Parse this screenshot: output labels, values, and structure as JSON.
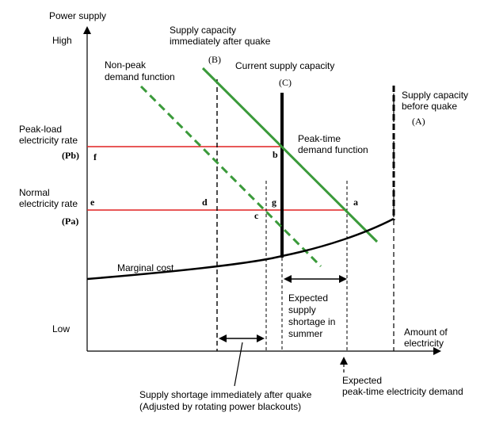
{
  "axes": {
    "y_title": "Power supply",
    "y_high": "High",
    "y_low": "Low",
    "x_title_1": "Amount of",
    "x_title_2": "electricity"
  },
  "rates": {
    "peak_1": "Peak-load",
    "peak_2": "electricity rate",
    "peak_symbol": "(Pb)",
    "normal_1": "Normal",
    "normal_2": "electricity rate",
    "normal_symbol": "(Pa)"
  },
  "labels": {
    "supply_after_quake_1": "Supply capacity",
    "supply_after_quake_2": "immediately after quake",
    "b_marker": "(B)",
    "current_supply": "Current supply capacity",
    "c_marker": "(C)",
    "nonpeak_1": "Non-peak",
    "nonpeak_2": "demand function",
    "before_quake_1": "Supply capacity",
    "before_quake_2": "before quake",
    "a_marker": "(A)",
    "peak_demand_1": "Peak-time",
    "peak_demand_2": "demand function",
    "marginal_cost": "Marginal cost",
    "shortage_summer_1": "Expected",
    "shortage_summer_2": "supply",
    "shortage_summer_3": "shortage in",
    "shortage_summer_4": "summer",
    "expected_peak_1": "Expected",
    "expected_peak_2": "peak-time electricity demand",
    "shortage_quake_1": "Supply shortage immediately after quake",
    "shortage_quake_2": "(Adjusted by rotating power blackouts)"
  },
  "points": {
    "f": "f",
    "b": "b",
    "e": "e",
    "d": "d",
    "g": "g",
    "a": "a",
    "c": "c"
  },
  "colors": {
    "demand": "#3a9a3a",
    "rate_line": "#e02020",
    "axis": "#000000"
  }
}
